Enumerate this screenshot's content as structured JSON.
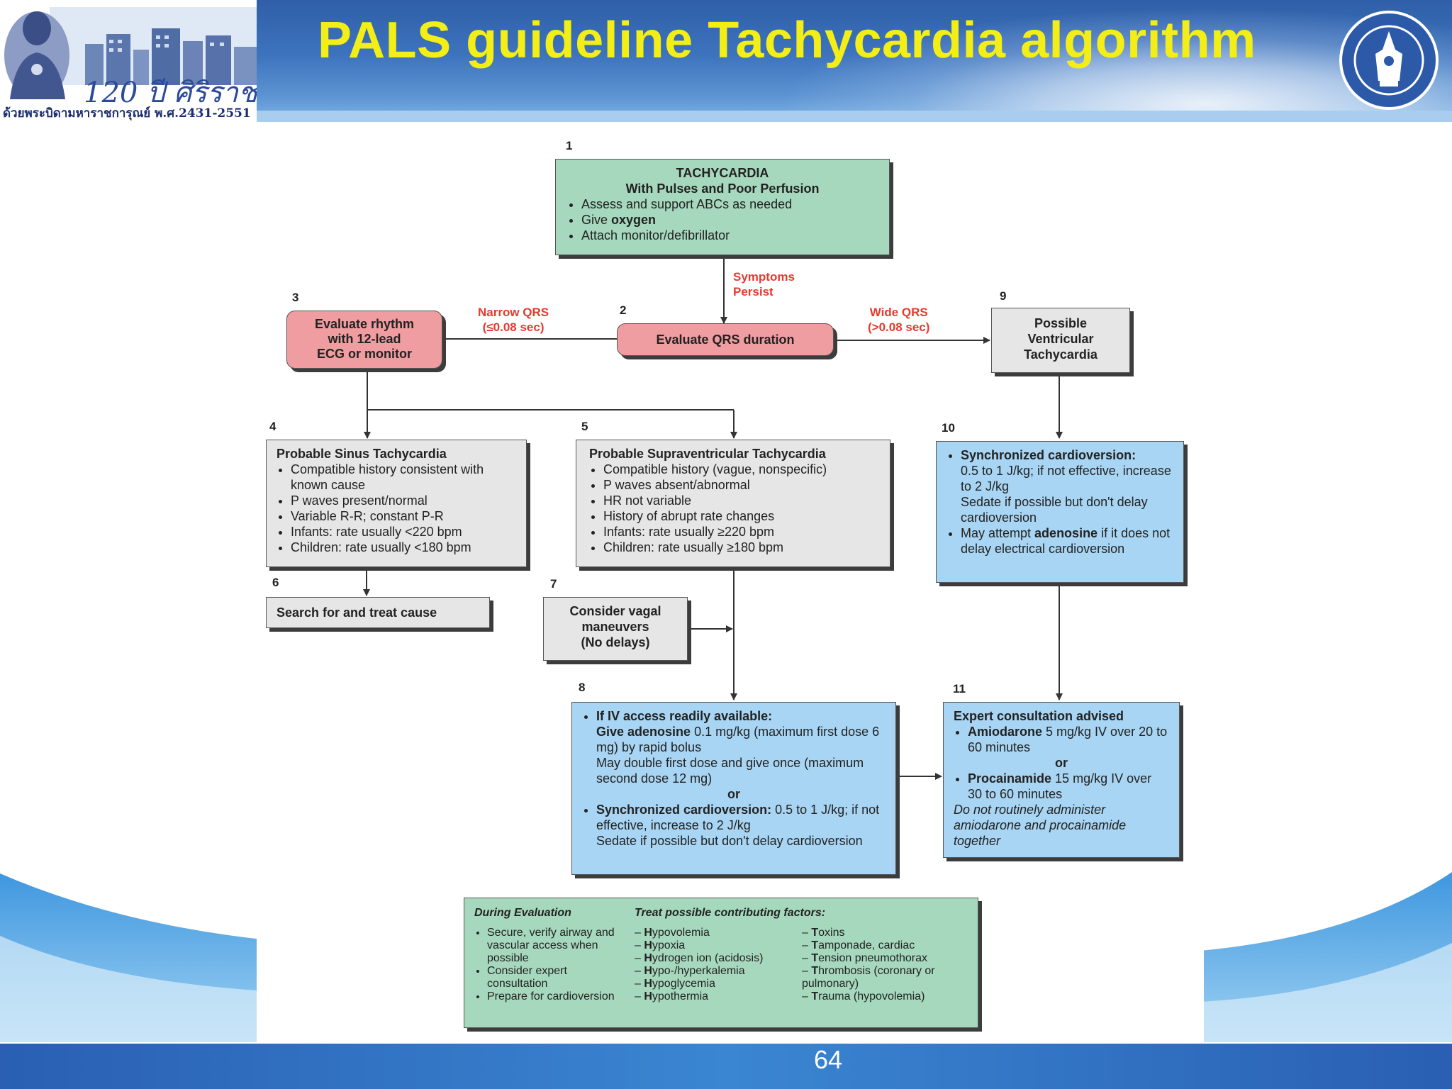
{
  "slide": {
    "title": "PALS guideline Tachycardia algorithm",
    "page_number": "64",
    "logo_left": {
      "text_120": "120 ปี ศิริราช",
      "caption": "ด้วยพระบิดามหาราชการุณย์ พ.ศ.2431-2551"
    },
    "colors": {
      "title": "#f2ee16",
      "header": "#3d73bd",
      "footer": "#3a86d2"
    }
  },
  "diagram": {
    "box1": {
      "num": "1",
      "title": "TACHYCARDIA",
      "subtitle": "With Pulses and Poor Perfusion",
      "b1": "Assess and support ABCs as needed",
      "b2_pre": "Give ",
      "b2_bold": "oxygen",
      "b3": "Attach monitor/defibrillator"
    },
    "label_symptoms": {
      "l1": "Symptoms",
      "l2": "Persist"
    },
    "box2": {
      "num": "2",
      "text": "Evaluate QRS duration"
    },
    "label_narrow": {
      "l1": "Narrow QRS",
      "l2": "(≤0.08 sec)"
    },
    "label_wide": {
      "l1": "Wide QRS",
      "l2": "(>0.08 sec)"
    },
    "box3": {
      "num": "3",
      "l1": "Evaluate rhythm",
      "l2": "with 12-lead",
      "l3": "ECG or monitor"
    },
    "box9": {
      "num": "9",
      "l1": "Possible",
      "l2": "Ventricular",
      "l3": "Tachycardia"
    },
    "box4": {
      "num": "4",
      "title": "Probable Sinus Tachycardia",
      "items": [
        "Compatible history consistent with known cause",
        "P waves present/normal",
        "Variable R-R; constant P-R",
        "Infants: rate usually <220 bpm",
        "Children: rate usually <180 bpm"
      ]
    },
    "box5": {
      "num": "5",
      "title": "Probable Supraventricular Tachycardia",
      "items": [
        "Compatible history (vague, nonspecific)",
        "P waves absent/abnormal",
        "HR not variable",
        "History of abrupt rate changes",
        "Infants: rate usually ≥220 bpm",
        "Children: rate usually ≥180 bpm"
      ]
    },
    "box10": {
      "num": "10",
      "b1_bold": "Synchronized cardioversion:",
      "b1_text": "0.5 to 1 J/kg; if not effective, increase to 2 J/kg",
      "b1_text2": "Sedate if possible but don't delay cardioversion",
      "b2_pre": "May attempt ",
      "b2_bold": "adenosine",
      "b2_post": " if it does not delay electrical cardioversion"
    },
    "box6": {
      "num": "6",
      "text": "Search for and treat cause"
    },
    "box7": {
      "num": "7",
      "l1": "Consider vagal",
      "l2": "maneuvers",
      "l3": "(No delays)"
    },
    "box8": {
      "num": "8",
      "b1_bold": "If IV access readily available:",
      "give_bold": "Give adenosine",
      "give_text": " 0.1 mg/kg (maximum first dose 6 mg) by rapid bolus",
      "double_text": "May double first dose and give once (maximum second dose 12 mg)",
      "or": "or",
      "b2_bold": "Synchronized cardioversion:",
      "b2_text": " 0.5 to 1 J/kg; if not effective, increase to 2 J/kg",
      "b2_text2": "Sedate if possible but don't delay cardioversion"
    },
    "box11": {
      "num": "11",
      "title": "Expert consultation advised",
      "a_bold": "Amiodarone",
      "a_text": " 5 mg/kg IV over 20 to 60 minutes",
      "or": "or",
      "p_bold": "Procainamide",
      "p_text": " 15 mg/kg IV over 30 to 60 minutes",
      "note": "Do not routinely administer amiodarone and procainamide together"
    },
    "bottom": {
      "eval_title": "During Evaluation",
      "eval_items": [
        "Secure, verify airway and vascular access when possible",
        "Consider expert consultation",
        "Prepare for cardioversion"
      ],
      "treat_title": "Treat possible contributing factors:",
      "h_items": [
        {
          "b": "H",
          "t": "ypovolemia"
        },
        {
          "b": "H",
          "t": "ypoxia"
        },
        {
          "b": "H",
          "t": "ydrogen ion (acidosis)"
        },
        {
          "b": "H",
          "t": "ypo-/hyperkalemia"
        },
        {
          "b": "H",
          "t": "ypoglycemia"
        },
        {
          "b": "H",
          "t": "ypothermia"
        }
      ],
      "t_items": [
        {
          "b": "T",
          "t": "oxins"
        },
        {
          "b": "T",
          "t": "amponade, cardiac"
        },
        {
          "b": "T",
          "t": "ension pneumothorax"
        },
        {
          "b": "T",
          "t": "hrombosis (coronary or pulmonary)"
        },
        {
          "b": "T",
          "t": "rauma (hypovolemia)"
        }
      ]
    }
  }
}
